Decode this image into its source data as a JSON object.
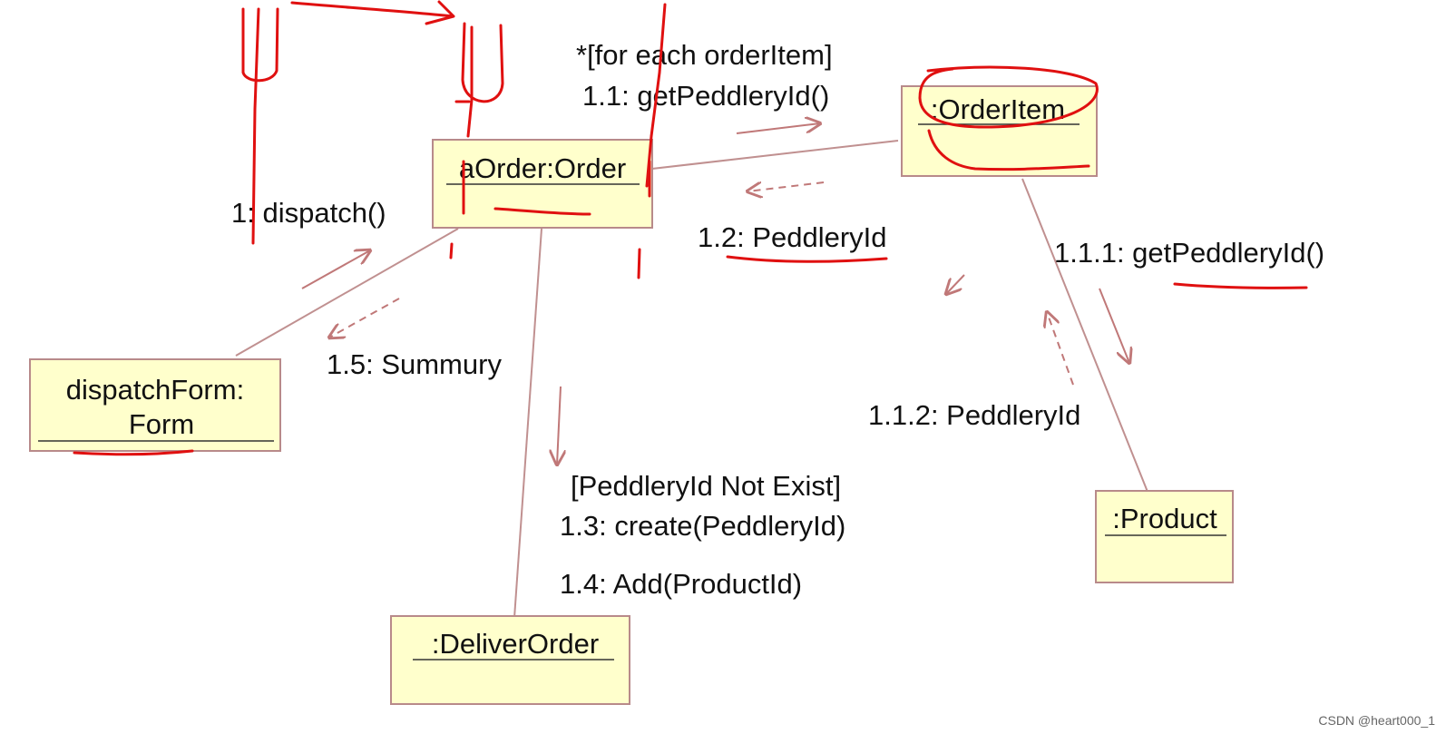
{
  "objects": {
    "order": [
      "aOrder:Order"
    ],
    "order_item": [
      ":OrderItem"
    ],
    "dispatch_form": [
      "dispatchForm:",
      "Form"
    ],
    "product": [
      ":Product"
    ],
    "deliver_order": [
      ":DeliverOrder"
    ]
  },
  "messages": {
    "m1": "1: dispatch()",
    "m11_guard": "*[for each orderItem]",
    "m11": "1.1: getPeddleryId()",
    "m12": "1.2: PeddleryId",
    "m111": "1.1.1: getPeddleryId()",
    "m112": "1.1.2: PeddleryId",
    "m13_guard": "[PeddleryId Not Exist]",
    "m13": "1.3: create(PeddleryId)",
    "m14": "1.4: Add(ProductId)",
    "m15": "1.5: Summury"
  },
  "watermark": "CSDN @heart000_1"
}
